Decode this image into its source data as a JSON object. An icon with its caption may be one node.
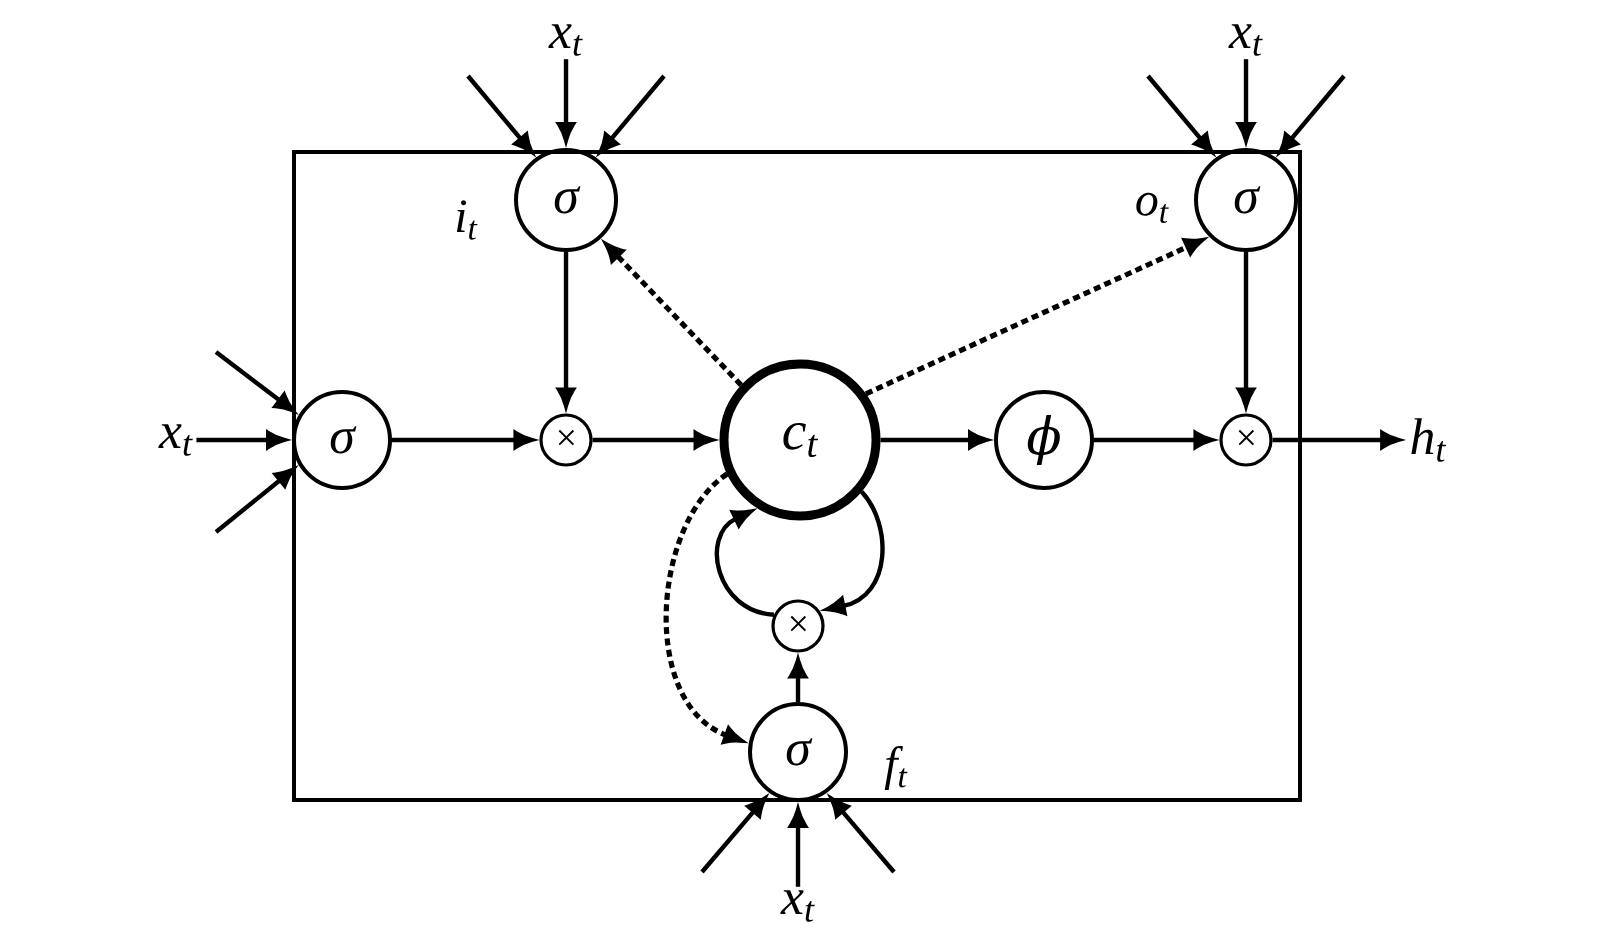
{
  "diagram": {
    "nodes": [
      {
        "text": [],
        "shape": "box"
      },
      {
        "text": [
          "σ"
        ],
        "beside": [
          "i$_{t}$"
        ],
        "in": 0
      },
      {
        "text": [
          "σ"
        ],
        "beside": [
          "o$_{t}$"
        ],
        "in": 0
      },
      {
        "text": [
          "σ"
        ],
        "in": 0
      },
      {
        "text": [
          "×"
        ],
        "in": 0
      },
      {
        "text": [
          "c$_{t}$"
        ],
        "in": 0
      },
      {
        "text": [
          "ϕ"
        ],
        "in": 0
      },
      {
        "text": [
          "×"
        ],
        "in": 0
      },
      {
        "text": [
          "×"
        ],
        "in": 0
      },
      {
        "text": [
          "σ"
        ],
        "beside": [
          "f$_{t}$"
        ],
        "in": 0
      },
      {
        "text": [
          "x$_{t}$"
        ]
      },
      {
        "text": [
          "x$_{t}$"
        ]
      },
      {
        "text": [
          "x$_{t}$"
        ]
      },
      {
        "text": [
          "x$_{t}$"
        ]
      },
      {
        "text": [
          "h$_{t}$"
        ]
      }
    ],
    "edges": [
      {
        "from": 10,
        "to": 1,
        "arrow": "to"
      },
      {
        "from": null,
        "to": 1,
        "arrow": "to"
      },
      {
        "from": null,
        "to": 1,
        "arrow": "to"
      },
      {
        "from": 11,
        "to": 2,
        "arrow": "to"
      },
      {
        "from": null,
        "to": 2,
        "arrow": "to"
      },
      {
        "from": null,
        "to": 2,
        "arrow": "to"
      },
      {
        "from": 12,
        "to": 3,
        "arrow": "to"
      },
      {
        "from": null,
        "to": 3,
        "arrow": "to"
      },
      {
        "from": null,
        "to": 3,
        "arrow": "to"
      },
      {
        "from": 13,
        "to": 9,
        "arrow": "to"
      },
      {
        "from": null,
        "to": 9,
        "arrow": "to"
      },
      {
        "from": null,
        "to": 9,
        "arrow": "to"
      },
      {
        "from": 3,
        "to": 4,
        "arrow": "to"
      },
      {
        "from": 1,
        "to": 4,
        "arrow": "to"
      },
      {
        "from": 4,
        "to": 5,
        "arrow": "to"
      },
      {
        "from": 5,
        "to": 1,
        "arrow": "to",
        "style": "dashed"
      },
      {
        "from": 5,
        "to": 2,
        "arrow": "to",
        "style": "dashed"
      },
      {
        "from": 5,
        "to": 6,
        "arrow": "to"
      },
      {
        "from": 6,
        "to": 7,
        "arrow": "to"
      },
      {
        "from": 2,
        "to": 7,
        "arrow": "to"
      },
      {
        "from": 7,
        "to": 14,
        "arrow": "to"
      },
      {
        "from": 5,
        "to": 9,
        "arrow": "to",
        "style": "dashed"
      },
      {
        "from": 5,
        "to": 8,
        "arrow": "to"
      },
      {
        "from": 8,
        "to": 5,
        "arrow": "to"
      },
      {
        "from": 9,
        "to": 8,
        "arrow": "to"
      }
    ]
  }
}
